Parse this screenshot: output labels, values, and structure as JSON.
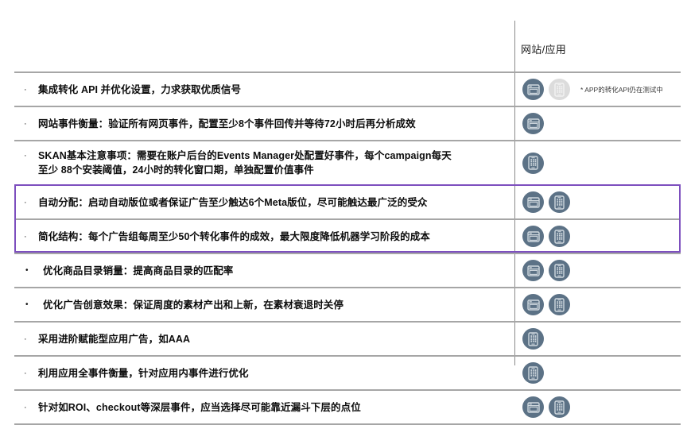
{
  "header": {
    "column_label": "网站/应用"
  },
  "footnote": "* APP的转化API仍在测试中",
  "colors": {
    "icon_active": "#5c7286",
    "icon_disabled": "#dcdcdc",
    "highlight_border": "#7d4fbe",
    "row_divider": "#a6a6a6"
  },
  "rows": [
    {
      "bullet": "·",
      "bullet_style": "dash",
      "text": "集成转化 API 并优化设置，力求获取优质信号",
      "text2": "",
      "icons": [
        "web-icon",
        "app-icon-disabled"
      ],
      "note": "* APP的转化API仍在测试中"
    },
    {
      "bullet": "·",
      "bullet_style": "dash",
      "text": "网站事件衡量：验证所有网页事件，配置至少8个事件回传并等待72小时后再分析成效",
      "text2": "",
      "icons": [
        "web-icon"
      ],
      "note": ""
    },
    {
      "bullet": "·",
      "bullet_style": "dash",
      "text": "SKAN基本注意事项：需要在账户后台的Events Manager处配置好事件，每个campaign每天",
      "text2": "至少 88个安装阈值，24小时的转化窗口期，单独配置价值事件",
      "icons": [
        "app-icon"
      ],
      "note": ""
    },
    {
      "bullet": "·",
      "bullet_style": "dash",
      "text": "自动分配：启动自动版位或者保证广告至少触达6个Meta版位，尽可能触达最广泛的受众",
      "text2": "",
      "icons": [
        "web-icon",
        "app-icon"
      ],
      "note": ""
    },
    {
      "bullet": "·",
      "bullet_style": "dash",
      "text": "简化结构：每个广告组每周至少50个转化事件的成效，最大限度降低机器学习阶段的成本",
      "text2": "",
      "icons": [
        "web-icon",
        "app-icon"
      ],
      "note": ""
    },
    {
      "bullet": "•",
      "bullet_style": "round",
      "text": "优化商品目录销量：提高商品目录的匹配率",
      "text2": "",
      "icons": [
        "web-icon",
        "app-icon"
      ],
      "note": ""
    },
    {
      "bullet": "•",
      "bullet_style": "round",
      "text": "优化广告创意效果：保证周度的素材产出和上新，在素材衰退时关停",
      "text2": "",
      "icons": [
        "web-icon",
        "app-icon"
      ],
      "note": ""
    },
    {
      "bullet": "·",
      "bullet_style": "dash",
      "text": "采用进阶赋能型应用广告，如AAA",
      "text2": "",
      "icons": [
        "app-icon"
      ],
      "note": ""
    },
    {
      "bullet": "·",
      "bullet_style": "dash",
      "text": "利用应用全事件衡量，针对应用内事件进行优化",
      "text2": "",
      "icons": [
        "app-icon"
      ],
      "note": ""
    },
    {
      "bullet": "·",
      "bullet_style": "dash",
      "text": "针对如ROI、checkout等深层事件，应当选择尽可能靠近漏斗下层的点位",
      "text2": "",
      "icons": [
        "web-icon",
        "app-icon"
      ],
      "note": ""
    }
  ],
  "highlight": {
    "label": "highlight-box",
    "row_indexes": [
      3,
      4
    ]
  }
}
